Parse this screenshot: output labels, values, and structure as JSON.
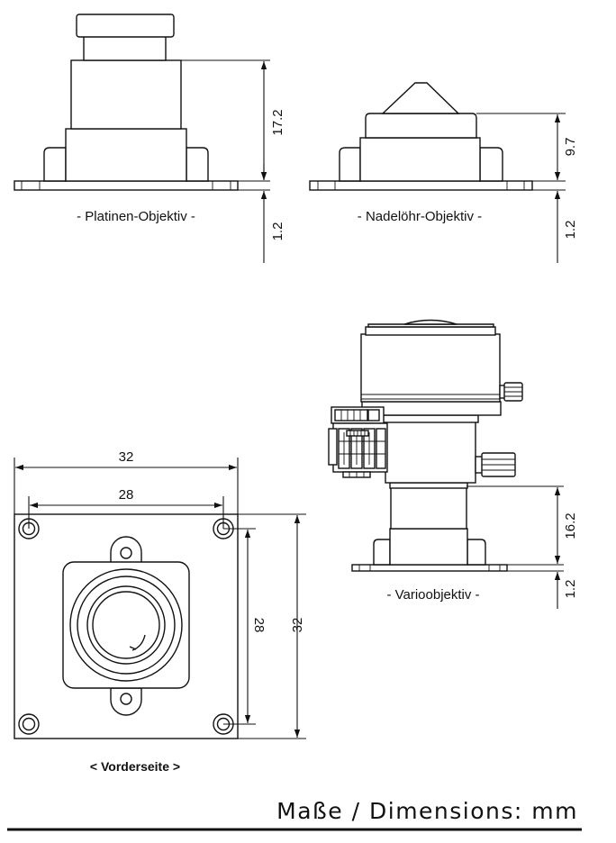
{
  "captions": {
    "platinen": "- Platinen-Objektiv -",
    "nadeloehr": "- Nadelöhr-Objektiv -",
    "vario": "- Varioobjektiv -",
    "front": "< Vorderseite >"
  },
  "dimensions": {
    "platinen_height": "17.2",
    "platinen_plate": "1.2",
    "nadeloehr_height": "9.7",
    "nadeloehr_plate": "1.2",
    "vario_height": "16.2",
    "vario_plate": "1.2",
    "front_width_outer": "32",
    "front_width_holes": "28",
    "front_height_holes": "28",
    "front_height_outer": "32"
  },
  "title": "Maße / Dimensions: mm"
}
